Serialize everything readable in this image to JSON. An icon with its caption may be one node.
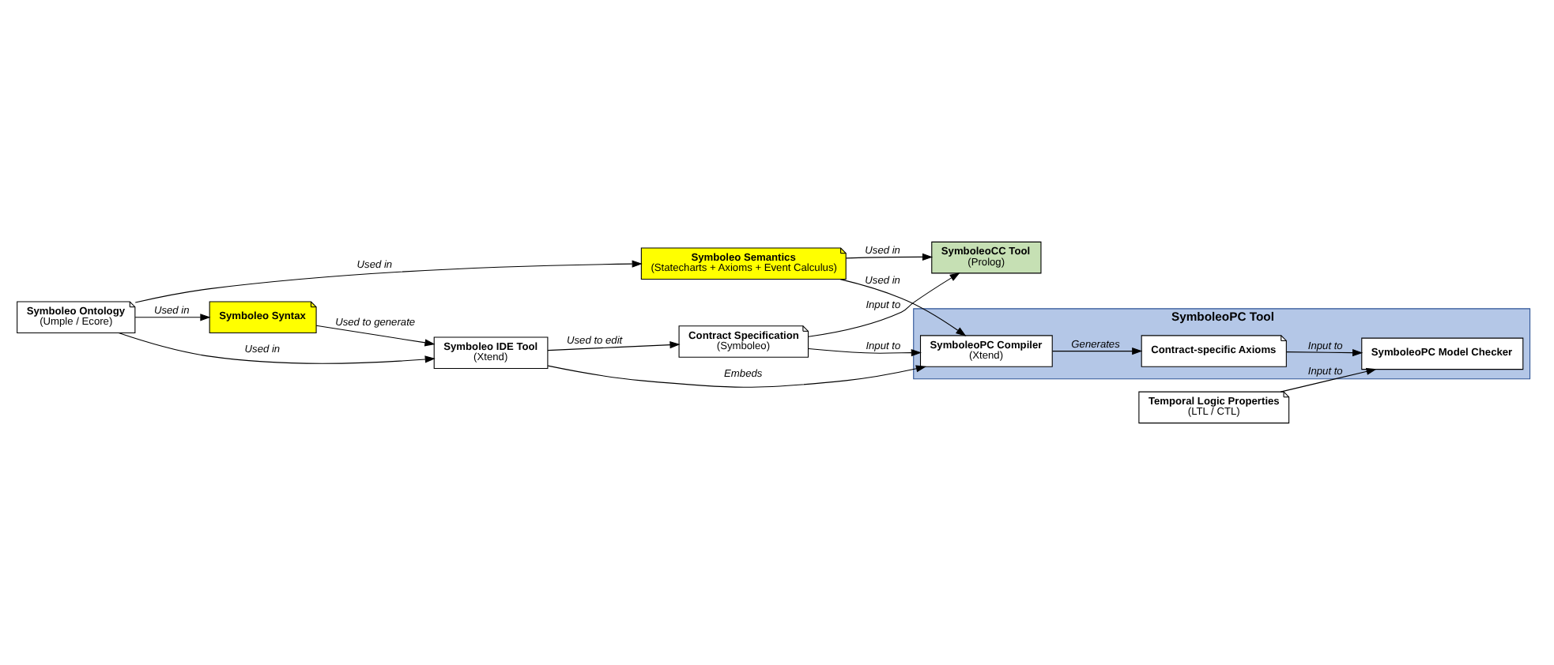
{
  "diagram": {
    "nodes": [
      {
        "text": [
          "Symboleo Syntax"
        ]
      },
      {
        "text": [
          "Symboleo Ontology",
          "(Umple / Ecore)"
        ]
      },
      {
        "text": [
          "Symboleo Semantics",
          "(Statecharts + Axioms + Event Calculus)"
        ]
      },
      {
        "text": [
          "Symboleo IDE Tool",
          "(Xtend)"
        ]
      },
      {
        "text": [
          "Contract Specification",
          "(Symboleo)"
        ]
      },
      {
        "text": [
          "SymboleoCC Tool",
          "(Prolog)"
        ]
      },
      {
        "text": [
          "SymboleoPC Tool"
        ]
      },
      {
        "text": [
          "SymboleoPC Compiler",
          "(Xtend)"
        ],
        "in": 6
      },
      {
        "text": [
          "Contract-specific Axioms"
        ],
        "in": 6
      },
      {
        "text": [
          "SymboleoPC Model Checker"
        ],
        "in": 6
      },
      {
        "text": [
          "Temporal Logic Properties",
          "(LTL / CTL)"
        ]
      }
    ],
    "edges": [
      {
        "from": 0,
        "to": 3,
        "arrow": "to",
        "label": "Used to generate"
      },
      {
        "from": 1,
        "to": 0,
        "arrow": "to",
        "label": "Used in"
      },
      {
        "from": 1,
        "to": 3,
        "arrow": "to",
        "label": "Used in"
      },
      {
        "from": 1,
        "to": 2,
        "arrow": "to",
        "label": "Used in"
      },
      {
        "from": 3,
        "to": 7,
        "arrow": "to",
        "label": "Embeds"
      },
      {
        "from": 3,
        "to": 4,
        "arrow": "to",
        "label": "Used to edit"
      },
      {
        "from": 4,
        "to": 7,
        "arrow": "to",
        "label": "Input to"
      },
      {
        "from": 4,
        "to": 5,
        "arrow": "to",
        "label": "Input to"
      },
      {
        "from": 2,
        "to": 5,
        "arrow": "to",
        "label": "Used in"
      },
      {
        "from": 2,
        "to": 7,
        "arrow": "to",
        "label": "Used in"
      },
      {
        "from": 7,
        "to": 8,
        "arrow": "to",
        "label": "Generates"
      },
      {
        "from": 8,
        "to": 9,
        "arrow": "to",
        "label": "Input to"
      },
      {
        "from": 10,
        "to": 9,
        "arrow": "to",
        "label": "Input to"
      }
    ]
  }
}
